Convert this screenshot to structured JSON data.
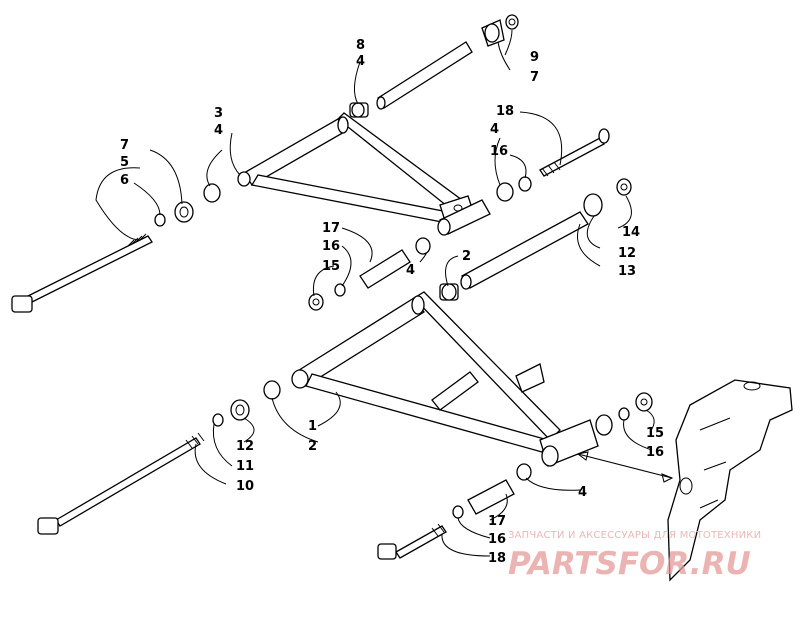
{
  "callouts": [
    {
      "id": "c-8",
      "text": "8"
    },
    {
      "id": "c-4a",
      "text": "4"
    },
    {
      "id": "c-9",
      "text": "9"
    },
    {
      "id": "c-7a",
      "text": "7"
    },
    {
      "id": "c-3",
      "text": "3"
    },
    {
      "id": "c-4b",
      "text": "4"
    },
    {
      "id": "c-18a",
      "text": "18"
    },
    {
      "id": "c-7b",
      "text": "7"
    },
    {
      "id": "c-5",
      "text": "5"
    },
    {
      "id": "c-6",
      "text": "6"
    },
    {
      "id": "c-4c",
      "text": "4"
    },
    {
      "id": "c-16a",
      "text": "16"
    },
    {
      "id": "c-17a",
      "text": "17"
    },
    {
      "id": "c-16b",
      "text": "16"
    },
    {
      "id": "c-15a",
      "text": "15"
    },
    {
      "id": "c-4d",
      "text": "4"
    },
    {
      "id": "c-2a",
      "text": "2"
    },
    {
      "id": "c-14",
      "text": "14"
    },
    {
      "id": "c-12a",
      "text": "12"
    },
    {
      "id": "c-13",
      "text": "13"
    },
    {
      "id": "c-1",
      "text": "1"
    },
    {
      "id": "c-2b",
      "text": "2"
    },
    {
      "id": "c-12b",
      "text": "12"
    },
    {
      "id": "c-11",
      "text": "11"
    },
    {
      "id": "c-10",
      "text": "10"
    },
    {
      "id": "c-15b",
      "text": "15"
    },
    {
      "id": "c-16c",
      "text": "16"
    },
    {
      "id": "c-4e",
      "text": "4"
    },
    {
      "id": "c-17b",
      "text": "17"
    },
    {
      "id": "c-16d",
      "text": "16"
    },
    {
      "id": "c-18b",
      "text": "18"
    }
  ],
  "watermark": {
    "tagline": "ЗАПЧАСТИ И АКСЕССУАРЫ ДЛЯ МОТОТЕХНИКИ",
    "logo": "PARTSFOR.RU"
  }
}
